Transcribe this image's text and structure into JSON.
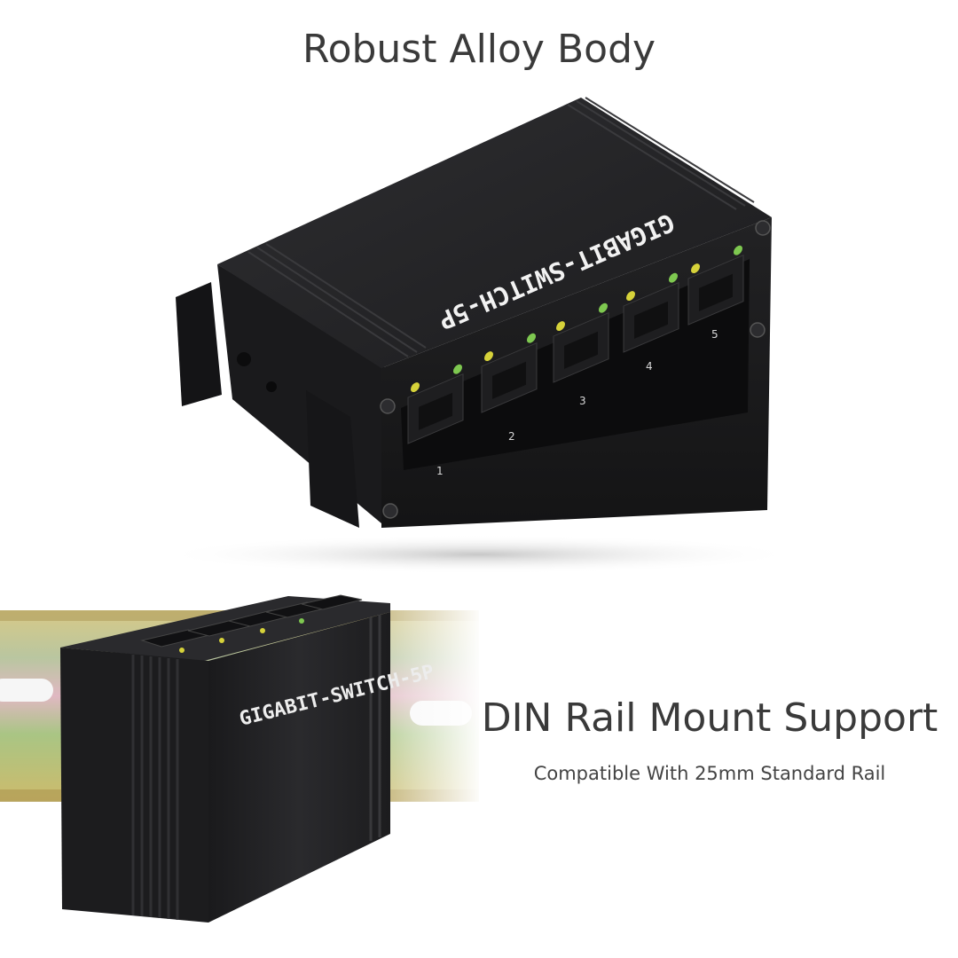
{
  "headings": {
    "top": "Robust Alloy Body",
    "bottom": "DIN Rail Mount Support",
    "bottom_sub": "Compatible With 25mm Standard Rail"
  },
  "product": {
    "label_top": "GIGABIT-SWITCH-5P",
    "label_bottom": "GIGABIT-SWITCH-5P",
    "port_numbers": [
      "1",
      "2",
      "3",
      "4",
      "5"
    ]
  },
  "colors": {
    "body": "#1b1b1d",
    "body_highlight": "#2b2b2e",
    "led_yellow": "#d6d23a",
    "led_green": "#7ec850",
    "rail_gold": "#c8b46a",
    "rail_green": "#9fc07a"
  }
}
